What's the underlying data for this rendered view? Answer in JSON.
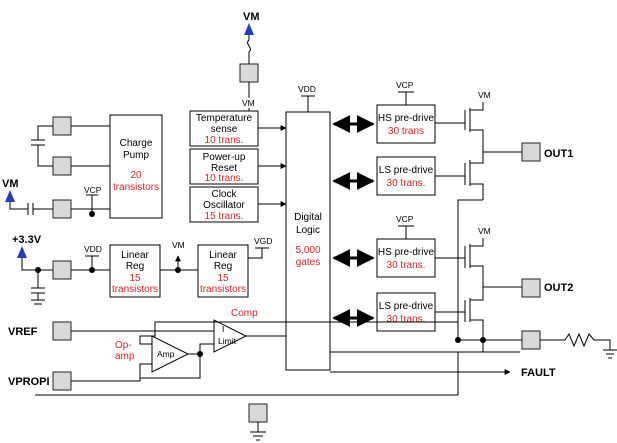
{
  "supply": {
    "vm": "VM",
    "vdd": "VDD",
    "vcp": "VCP",
    "vgd": "VGD",
    "v33": "+3.3V"
  },
  "blocks": {
    "charge_pump": {
      "name1": "Charge",
      "name2": "Pump",
      "count1": "20",
      "count2": "transistors"
    },
    "temp_sense": {
      "name1": "Temperature",
      "name2": "sense",
      "count": "10 trans."
    },
    "power_up_reset": {
      "name1": "Power-up",
      "name2": "Reset",
      "count": "10 trans."
    },
    "clock_osc": {
      "name1": "Clock",
      "name2": "Oscillator",
      "count": "15 trans."
    },
    "digital_logic": {
      "name1": "Digital",
      "name2": "Logic",
      "count1": "5,000",
      "count2": "gates"
    },
    "linear_reg_1": {
      "name1": "Linear",
      "name2": "Reg",
      "count1": "15",
      "count2": "transistors"
    },
    "linear_reg_2": {
      "name1": "Linear",
      "name2": "Reg",
      "count1": "15",
      "count2": "transistors"
    },
    "hs_predrive_1": {
      "name": "HS pre-drive",
      "count": "30 trans"
    },
    "ls_predrive_1": {
      "name": "LS pre-drive",
      "count": "30 trans."
    },
    "hs_predrive_2": {
      "name": "HS pre-drive",
      "count": "30 trans."
    },
    "ls_predrive_2": {
      "name": "LS pre-drive",
      "count": "30 trans."
    },
    "amp": {
      "name": "Amp"
    },
    "comp": {
      "name1": "I",
      "name2": "Limit",
      "label": "Comp"
    },
    "opamp": {
      "label1": "Op-",
      "label2": "amp"
    }
  },
  "pins": {
    "out1": "OUT1",
    "out2": "OUT2",
    "vref": "VREF",
    "vpropi": "VPROPI",
    "fault": "FAULT"
  },
  "colors": {
    "annotation": "#e02020",
    "pad_fill": "#d9d9d9",
    "supply_arrow": "#1f3fbf"
  }
}
